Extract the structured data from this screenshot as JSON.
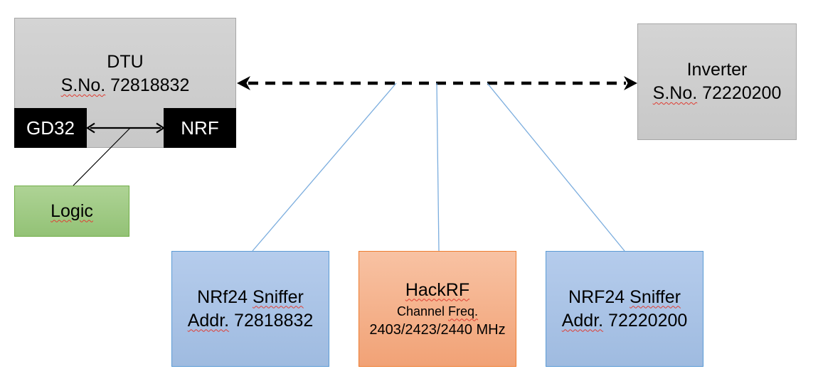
{
  "nodes": {
    "dtu": {
      "title": "DTU",
      "serial_label": "S.No.",
      "serial_value": "72818832"
    },
    "gd32": {
      "label": "GD32"
    },
    "nrf": {
      "label": "NRF"
    },
    "logic": {
      "label": "Logic"
    },
    "inverter": {
      "title": "Inverter",
      "serial_label": "S.No.",
      "serial_value": "72220200"
    },
    "sniffer_left": {
      "model": "NRf24",
      "device": "Sniffer",
      "addr_label": "Addr.",
      "addr_value": "72818832"
    },
    "hackrf": {
      "title": "HackRF",
      "channel_word": "Channel",
      "freq_label": "Freq.",
      "freq_value": "2403/2423/2440 MHz"
    },
    "sniffer_right": {
      "model": "NRF24",
      "device": "Sniffer",
      "addr_label": "Addr.",
      "addr_value": "72220200"
    }
  },
  "colors": {
    "gray_fill": "#cdcdcd",
    "gray_border": "#a6a6a6",
    "black_fill": "#000000",
    "green_fill": "#a1cc86",
    "green_border": "#70ad47",
    "blue_fill": "#aac4e7",
    "blue_border": "#5b9bd5",
    "orange_fill": "#f4b28c",
    "orange_border": "#ed7d31",
    "link_blue": "#7badde",
    "arrow_black": "#000000",
    "squiggle_red": "#e03c31"
  }
}
